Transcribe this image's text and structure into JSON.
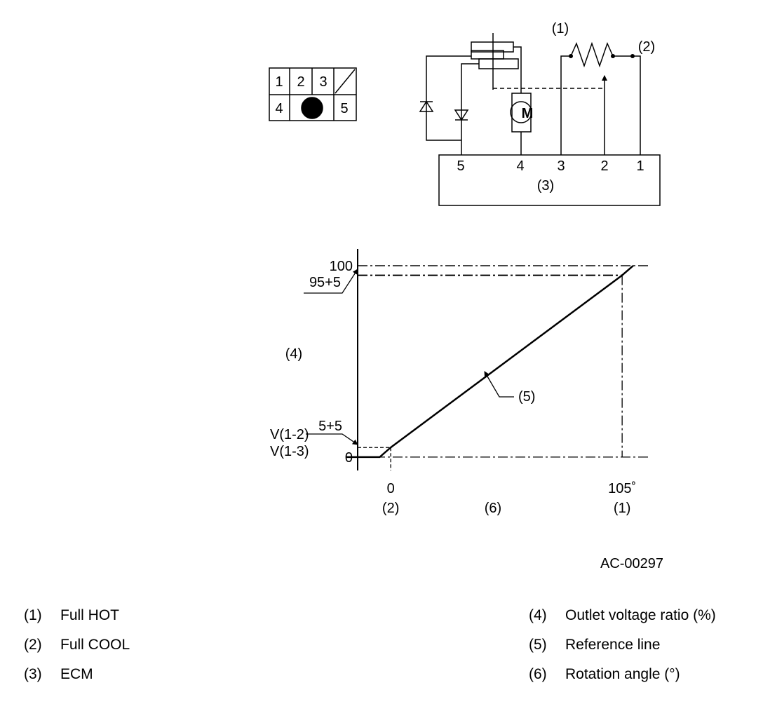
{
  "connector": {
    "pins": [
      "1",
      "2",
      "3",
      "4",
      "5"
    ]
  },
  "circuit": {
    "pins": [
      "5",
      "4",
      "3",
      "2",
      "1"
    ],
    "motor_symbol": "M",
    "callout_potentiometer": "(1)",
    "callout_terminal": "(2)",
    "callout_ecm": "(3)"
  },
  "chart_data": {
    "type": "line",
    "series": [
      {
        "x": [
          -20,
          -5,
          0,
          105,
          110
        ],
        "y": [
          0,
          0,
          5,
          95,
          100
        ]
      }
    ],
    "y_ticks": [
      "100",
      "95+5",
      "5+5",
      "0"
    ],
    "y_sublabels": [
      "V(1-2)",
      "V(1-3)"
    ],
    "x_ticks": [
      "0",
      "105˚"
    ],
    "x_tick_values": [
      0,
      105
    ],
    "y_tick_values": [
      100,
      95,
      5,
      0
    ],
    "x_callouts": [
      "(2)",
      "(6)",
      "(1)"
    ],
    "y_callout": "(4)",
    "line_callout": "(5)",
    "xlim": [
      -15,
      118
    ],
    "ylim": [
      -7,
      104
    ],
    "grid": false
  },
  "figure_id": "AC-00297",
  "legend": [
    {
      "num": "(1)",
      "text": "Full HOT"
    },
    {
      "num": "(2)",
      "text": "Full COOL"
    },
    {
      "num": "(3)",
      "text": "ECM"
    },
    {
      "num": "(4)",
      "text": "Outlet voltage ratio (%)"
    },
    {
      "num": "(5)",
      "text": "Reference line"
    },
    {
      "num": "(6)",
      "text": "Rotation angle (°)"
    }
  ]
}
